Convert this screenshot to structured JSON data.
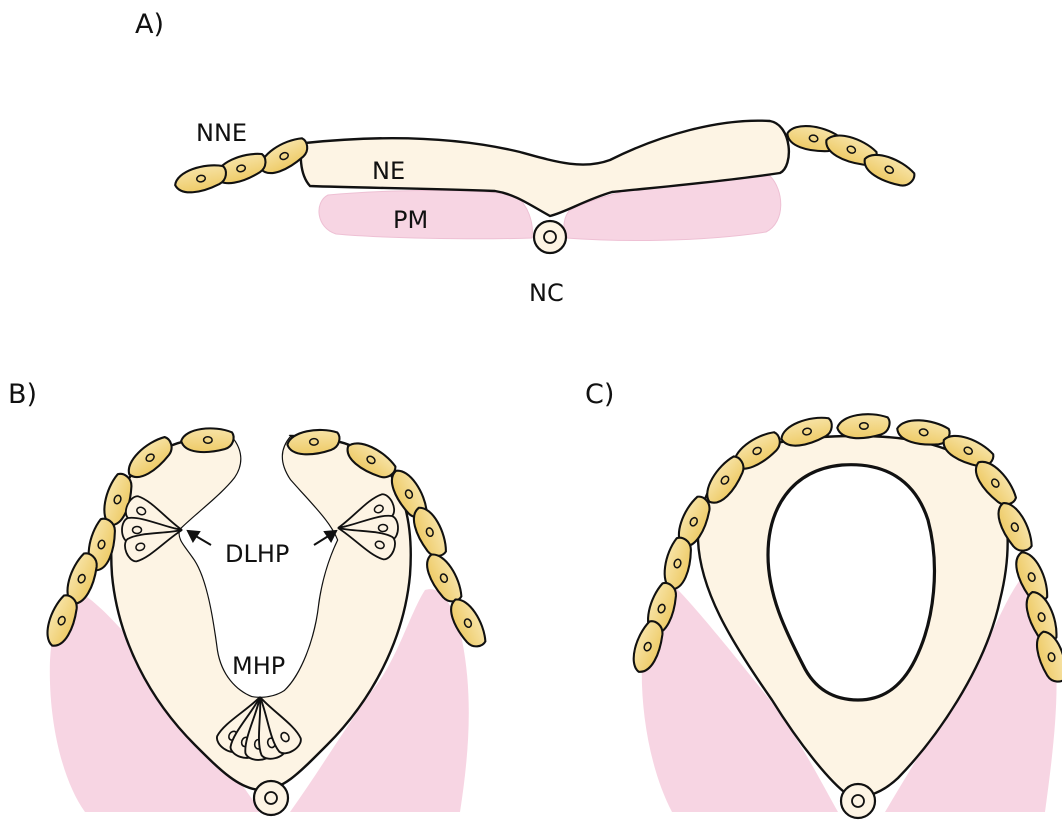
{
  "panels": {
    "a": {
      "label": "A)"
    },
    "b": {
      "label": "B)"
    },
    "c": {
      "label": "C)"
    }
  },
  "labels": {
    "nne": "NNE",
    "ne": "NE",
    "pm": "PM",
    "nc": "NC",
    "dlhp": "DLHP",
    "mhp": "MHP"
  },
  "colors": {
    "neural_ectoderm": "#fdf4e4",
    "non_neural_ectoderm": "#f3d889",
    "paraxial_mesoderm": "#f7d5e3",
    "notochord": "#fdf4e4",
    "outline": "#111111",
    "lumen": "#ffffff"
  }
}
